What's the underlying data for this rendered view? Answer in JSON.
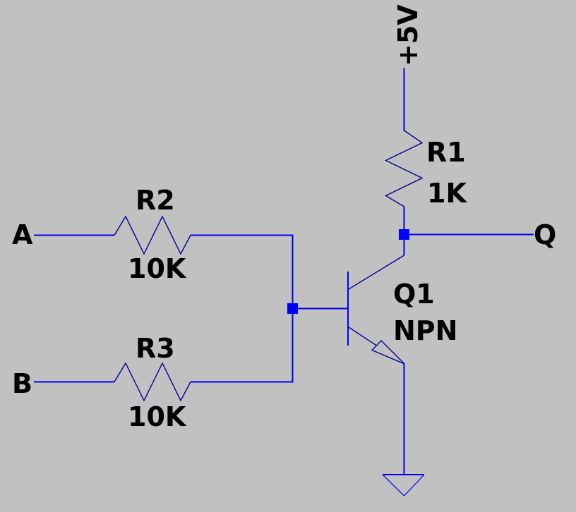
{
  "colors": {
    "background": "#c1c1c1",
    "wire": "#0000ee",
    "detail": "#000099",
    "junction": "#0000ff",
    "text": "#000000"
  },
  "ports": {
    "vcc": "+5V",
    "a": "A",
    "b": "B",
    "q": "Q"
  },
  "components": {
    "r1": {
      "ref": "R1",
      "value": "1K"
    },
    "r2": {
      "ref": "R2",
      "value": "10K"
    },
    "r3": {
      "ref": "R3",
      "value": "10K"
    },
    "q1": {
      "ref": "Q1",
      "type": "NPN"
    }
  }
}
